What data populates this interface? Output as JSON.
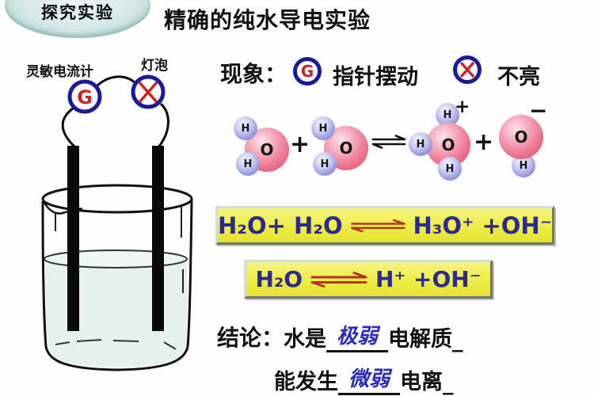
{
  "badge": {
    "label": "探究实验"
  },
  "header": {
    "title": "精确的纯水导电实验"
  },
  "apparatus": {
    "galvanometer_label": "灵敏电流计",
    "bulb_label": "灯泡",
    "galvanometer_symbol": "G"
  },
  "phenomenon": {
    "heading": "现象：",
    "galvanometer_symbol": "G",
    "pointer_text": "指针摆动",
    "bulb_text": "不亮"
  },
  "molecules": {
    "o_label": "O",
    "h_label": "H",
    "plus": "+",
    "hydronium_charge": "+",
    "hydroxide_charge": "−"
  },
  "equations": {
    "eq1_lhs": "H₂O+ H₂O",
    "eq1_rhs": "H₃O⁺ +OH⁻",
    "eq2_lhs": "H₂O",
    "eq2_rhs": "H⁺ +OH⁻"
  },
  "conclusion": {
    "heading": "结论：",
    "line1_pre": "水是",
    "line1_answer": "极弱",
    "line1_post": "电解质",
    "line1_tail": "_",
    "line2_pre": "能发生",
    "line2_answer": "微弱",
    "line2_post": "电离",
    "line2_tail": "_"
  },
  "colors": {
    "circle_navy": "#1a1a99",
    "symbol_red": "#cc2222",
    "equation_navy": "#2b2b8f",
    "arrow_red": "#b33420",
    "box_yellow": "#f0ee4e",
    "answer_blue": "#2b2bbd",
    "water_fill": "#e4f1ed"
  }
}
